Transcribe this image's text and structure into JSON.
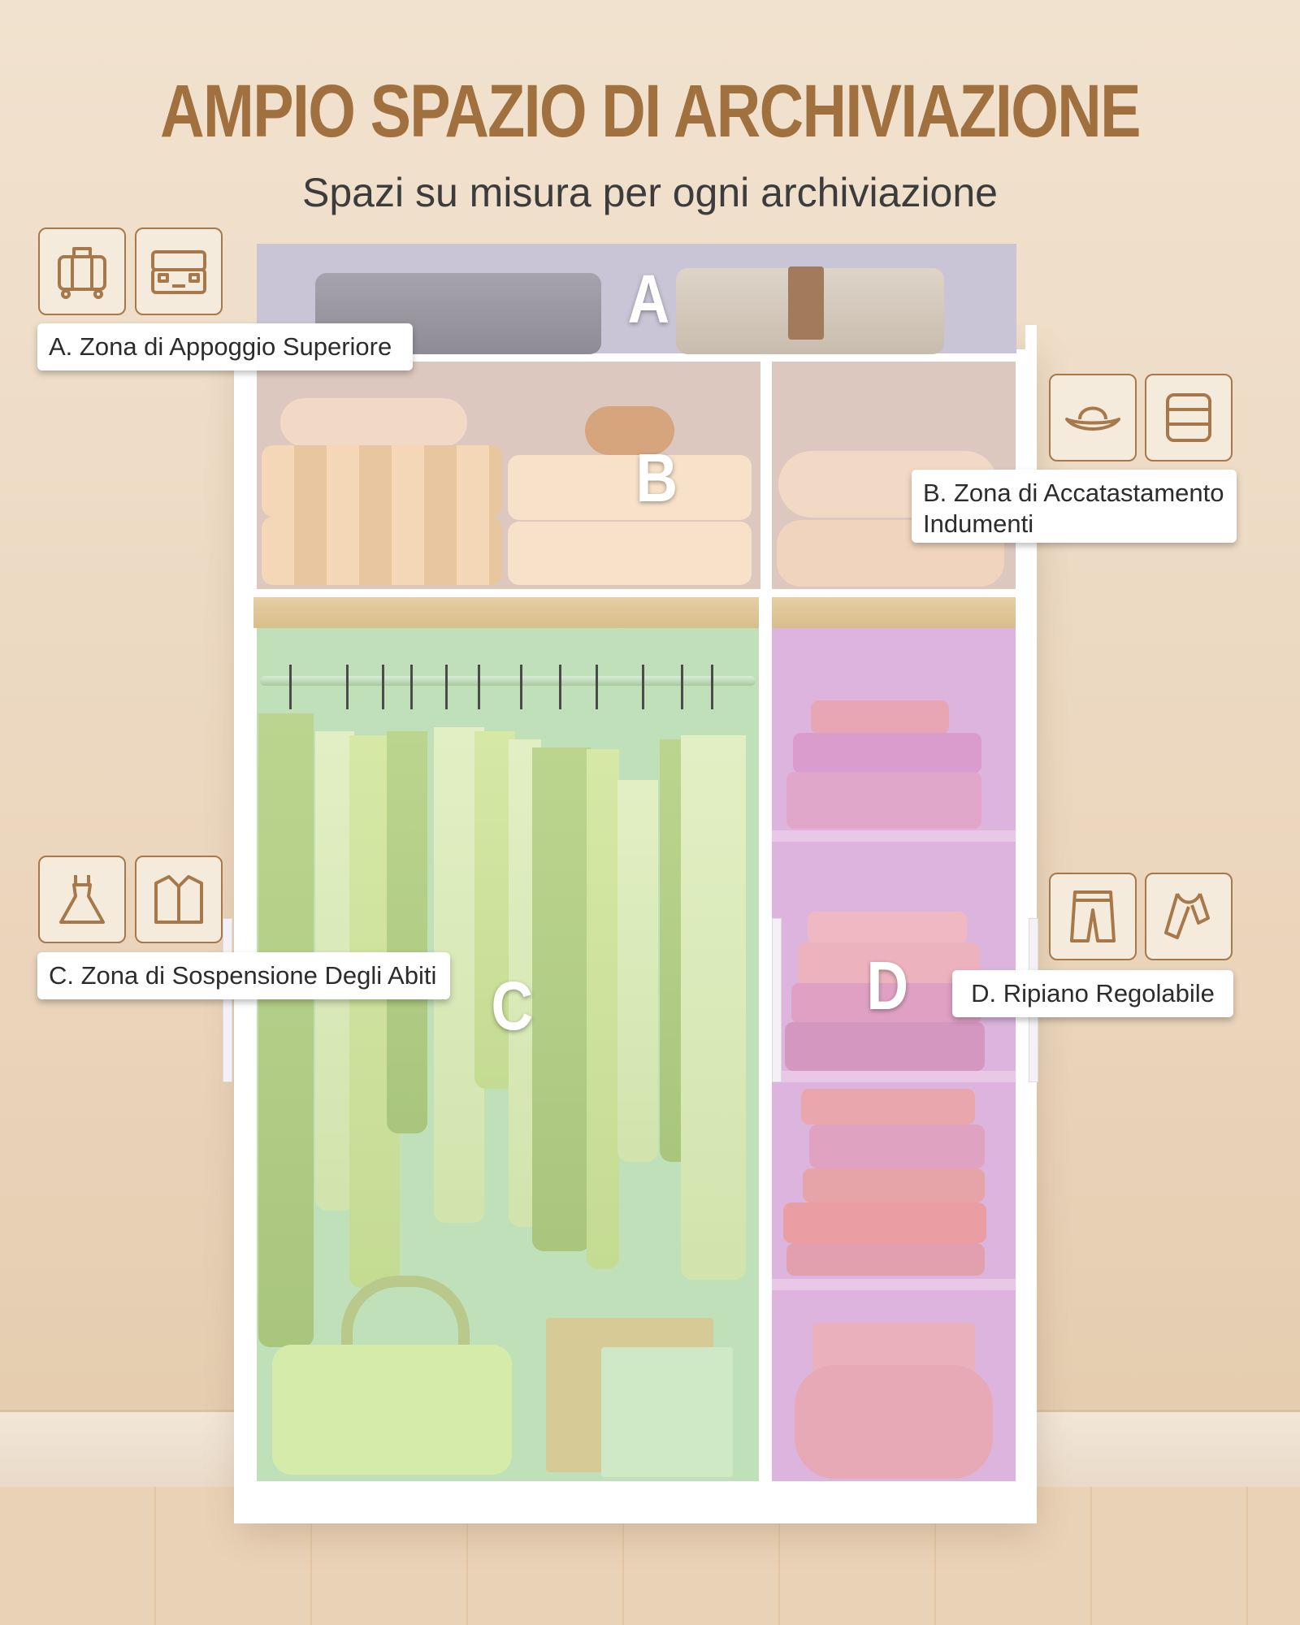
{
  "header": {
    "title": "AMPIO SPAZIO DI ARCHIVIAZIONE",
    "subtitle": "Spazi su misura per ogni archiviazione"
  },
  "zones": {
    "a": {
      "letter": "A",
      "label": "A. Zona di Appoggio Superiore",
      "icons": [
        "trolley-suitcase-icon",
        "open-suitcase-icon"
      ]
    },
    "b": {
      "letter": "B",
      "label_line1": "B. Zona di Accatastamento",
      "label_line2": "Indumenti",
      "icons": [
        "hat-icon",
        "folded-clothes-icon"
      ]
    },
    "c": {
      "letter": "C",
      "label": "C. Zona di Sospensione Degli Abiti",
      "icons": [
        "dress-icon",
        "shirt-icon"
      ]
    },
    "d": {
      "letter": "D",
      "label": "D. Ripiano Regolabile",
      "icons": [
        "trousers-icon",
        "scarf-icon"
      ]
    }
  },
  "colors": {
    "title": "#a0703f",
    "icon_border": "#a7784a",
    "zone_a": "#c9c5d6",
    "zone_b": "#dcc8be",
    "zone_c": "#bfe0b9",
    "zone_d": "#dcb4dd"
  }
}
